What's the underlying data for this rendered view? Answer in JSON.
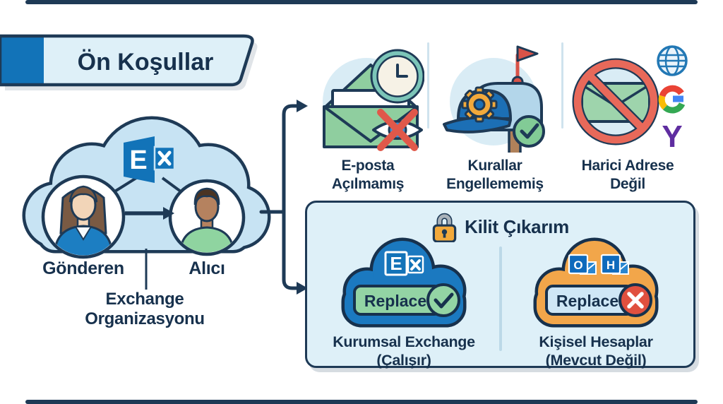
{
  "banner": {
    "title": "Ön Koşullar"
  },
  "org": {
    "logo_letter": "E",
    "sender": "Gönderen",
    "recipient": "Alıcı",
    "caption1": "Exchange",
    "caption2": "Organizasyonu"
  },
  "conditions": [
    {
      "line1": "E-posta",
      "line2": "Açılmamış"
    },
    {
      "line1": "Kurallar",
      "line2": "Engellememiş"
    },
    {
      "line1": "Harici Adrese",
      "line2": "Değil"
    }
  ],
  "providers": {
    "google_letter": "G",
    "yahoo_letter": "Y"
  },
  "takeaway": {
    "title": "Kilit Çıkarım",
    "corporate": {
      "logo_letter": "E",
      "button_label": "Replace",
      "caption1": "Kurumsal Exchange",
      "caption2": "(Çalışır)"
    },
    "personal": {
      "outlook_letter": "O",
      "hotmail_letter": "H",
      "button_label": "Replace",
      "caption1": "Kişisel Hesaplar",
      "caption2": "(Mevcut Değil)"
    }
  },
  "colors": {
    "navy": "#1e3a56",
    "brand_blue": "#1273b8",
    "panel_blue": "#def0f8",
    "cloud_blue": "#c7e3f3",
    "green": "#8fce9f",
    "orange_cloud": "#f2a64a",
    "gear_orange": "#f2a93b",
    "red": "#e0584a",
    "check_green": "#82cb96",
    "yahoo_purple": "#5f2da0"
  }
}
